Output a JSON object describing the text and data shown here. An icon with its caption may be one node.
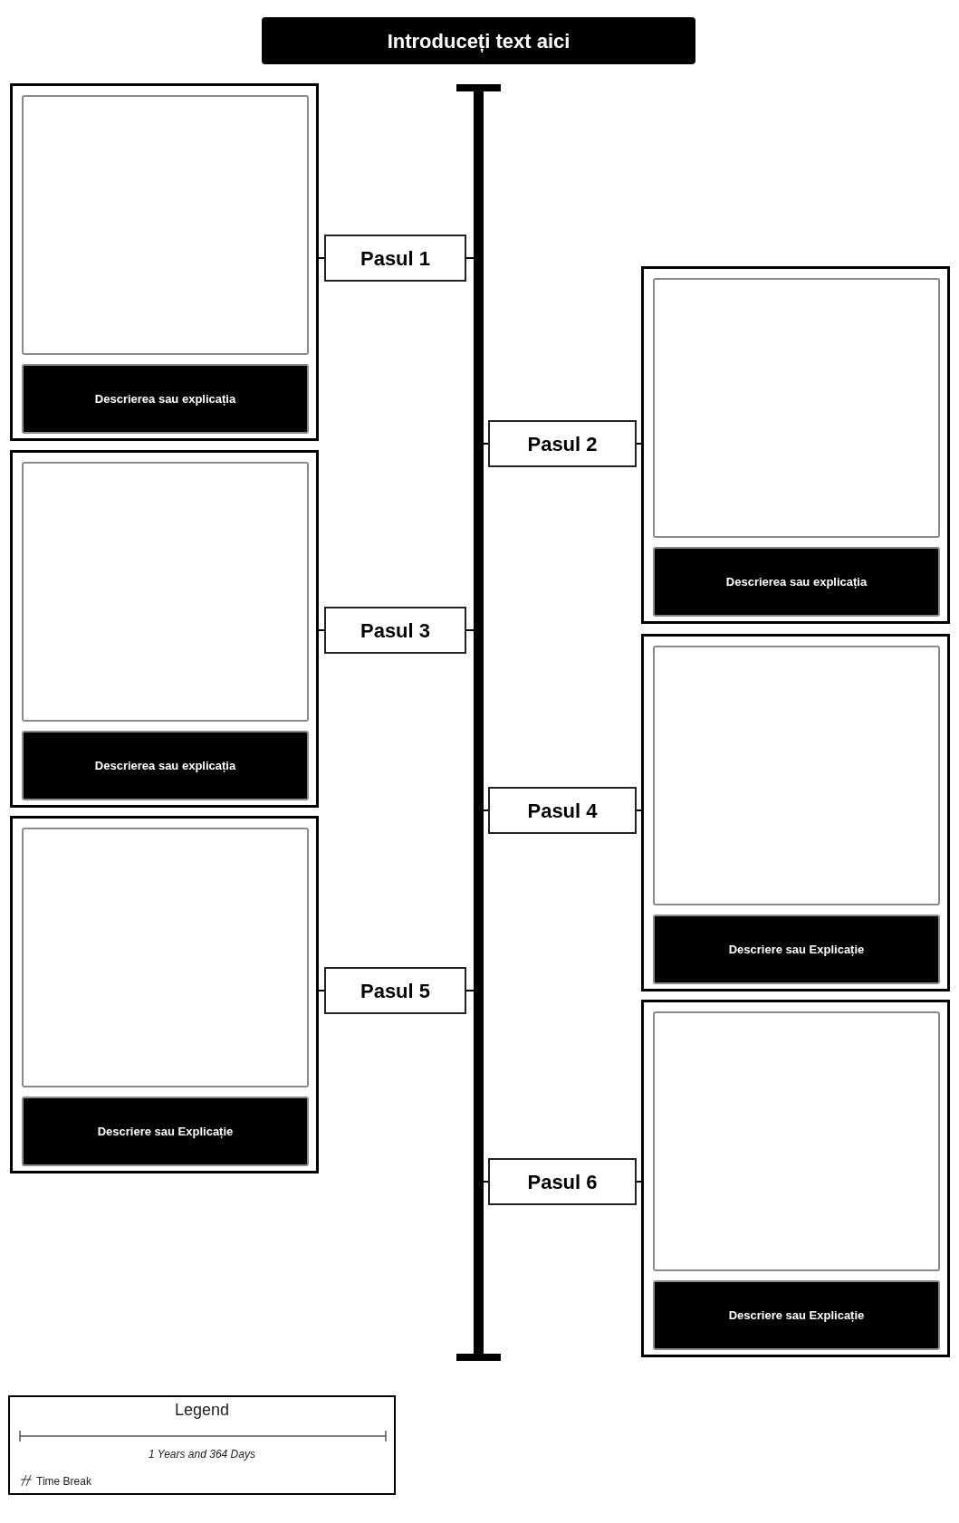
{
  "diagram": {
    "title": "Introduceți text aici",
    "nodes": [
      {
        "text": [],
        "shape": "bar"
      },
      {
        "text": [],
        "shape": "box"
      },
      {
        "text": [],
        "shape": "box",
        "in": 1
      },
      {
        "text": [
          "Descrierea sau explicația"
        ],
        "in": 1
      },
      {
        "text": [
          "Pasul 1"
        ]
      },
      {
        "text": [],
        "shape": "box"
      },
      {
        "text": [],
        "shape": "box",
        "in": 5
      },
      {
        "text": [
          "Descrierea sau explicația"
        ],
        "in": 5
      },
      {
        "text": [
          "Pasul 2"
        ]
      },
      {
        "text": [],
        "shape": "box"
      },
      {
        "text": [],
        "shape": "box",
        "in": 9
      },
      {
        "text": [
          "Descrierea sau explicația"
        ],
        "in": 9
      },
      {
        "text": [
          "Pasul 3"
        ]
      },
      {
        "text": [],
        "shape": "box"
      },
      {
        "text": [],
        "shape": "box",
        "in": 13
      },
      {
        "text": [
          "Descriere sau Explicație"
        ],
        "in": 13
      },
      {
        "text": [
          "Pasul 4"
        ]
      },
      {
        "text": [],
        "shape": "box"
      },
      {
        "text": [],
        "shape": "box",
        "in": 17
      },
      {
        "text": [
          "Descriere sau Explicație"
        ],
        "in": 17
      },
      {
        "text": [
          "Pasul 5"
        ]
      },
      {
        "text": [],
        "shape": "box"
      },
      {
        "text": [],
        "shape": "box",
        "in": 21
      },
      {
        "text": [
          "Descriere sau Explicație"
        ],
        "in": 21
      },
      {
        "text": [
          "Pasul 6"
        ]
      }
    ],
    "edges": [
      {
        "from": 4,
        "to": 1,
        "arrow": "none"
      },
      {
        "from": 4,
        "to": 0,
        "arrow": "none"
      },
      {
        "from": 8,
        "to": 0,
        "arrow": "none"
      },
      {
        "from": 8,
        "to": 5,
        "arrow": "none"
      },
      {
        "from": 12,
        "to": 9,
        "arrow": "none"
      },
      {
        "from": 12,
        "to": 0,
        "arrow": "none"
      },
      {
        "from": 16,
        "to": 0,
        "arrow": "none"
      },
      {
        "from": 16,
        "to": 13,
        "arrow": "none"
      },
      {
        "from": 20,
        "to": 17,
        "arrow": "none"
      },
      {
        "from": 20,
        "to": 0,
        "arrow": "none"
      },
      {
        "from": 24,
        "to": 0,
        "arrow": "none"
      },
      {
        "from": 24,
        "to": 21,
        "arrow": "none"
      }
    ],
    "labels": [
      "Legend"
    ],
    "legend": [
      {
        "text": "1 Years and 364 Days"
      },
      {
        "text": "Time Break"
      }
    ]
  }
}
